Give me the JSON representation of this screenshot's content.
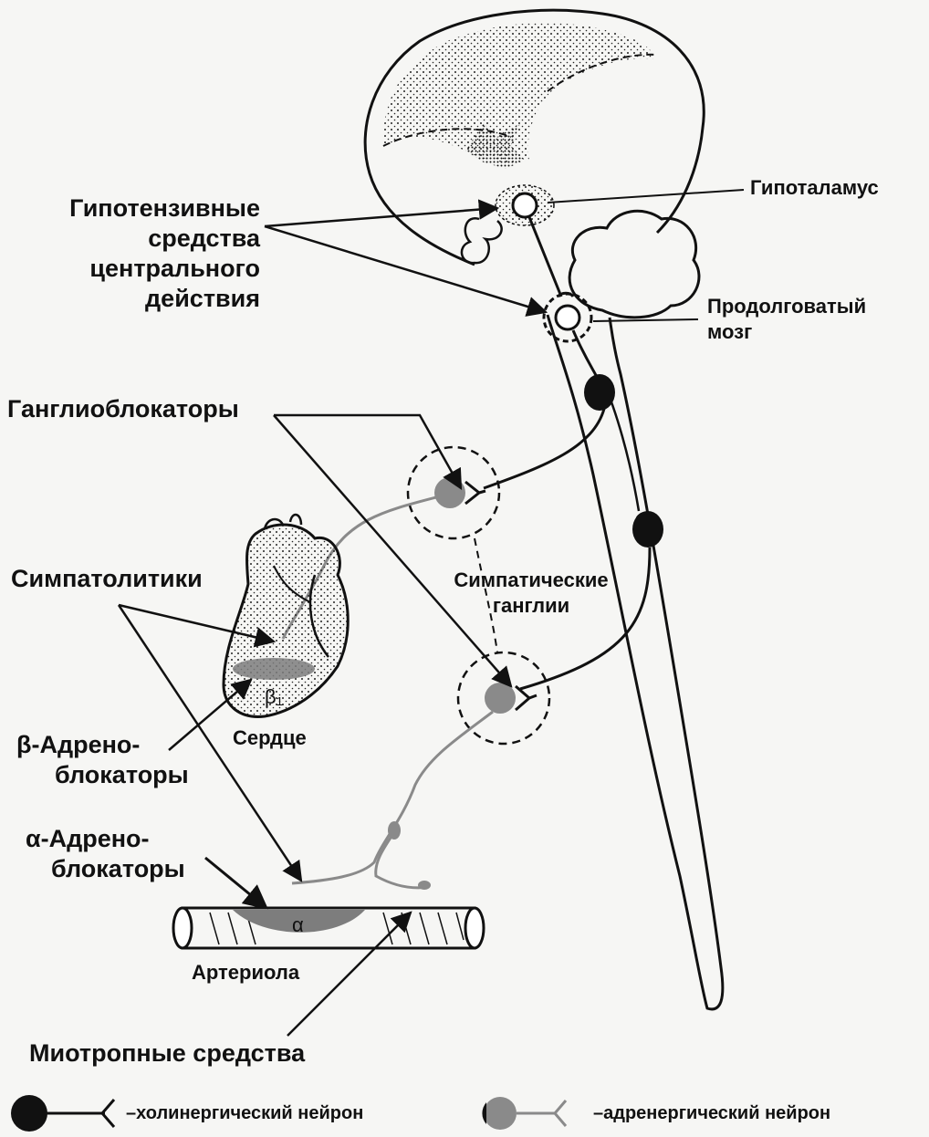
{
  "labels": {
    "hypotensive": [
      "Гипотензивные",
      "средства",
      "центрального",
      "действия"
    ],
    "hypothalamus": "Гипоталамус",
    "medulla": [
      "Продолговатый",
      "мозг"
    ],
    "ganglioblockers": "Ганглиоблокаторы",
    "sympatholytics": "Симпатолитики",
    "sympathetic_ganglia": [
      "Симпатические",
      "ганглии"
    ],
    "beta_blockers": [
      "β-Адрено-",
      "блокаторы"
    ],
    "heart": "Сердце",
    "beta1": "β₁",
    "alpha_blockers": [
      "α-Адрено-",
      "блокаторы"
    ],
    "alpha": "α",
    "arteriole": "Артериола",
    "myotropic": "Миотропные средства"
  },
  "legend": {
    "cholinergic": "–холинергический нейрон",
    "adrenergic": "–адренергический нейрон"
  },
  "colors": {
    "line": "#111111",
    "grey_fiber": "#8a8a8a",
    "grey_receptor": "#7d7d7d",
    "cholinergic_body": "#111111"
  }
}
